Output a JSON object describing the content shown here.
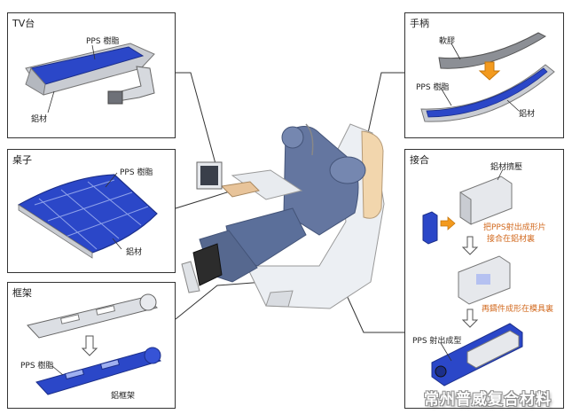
{
  "panels": {
    "tv": {
      "title": "TV台",
      "labels": [
        "PPS 樹脂",
        "鋁材"
      ]
    },
    "table": {
      "title": "桌子",
      "labels": [
        "PPS 樹脂",
        "鋁材"
      ]
    },
    "frame": {
      "title": "框架",
      "labels": [
        "PPS 樹脂",
        "鋁框架"
      ]
    },
    "handle": {
      "title": "手柄",
      "labels": [
        "軟膠",
        "PPS 樹脂",
        "鋁材"
      ]
    },
    "joint": {
      "title": "接合",
      "labels": [
        "鋁材擠壓",
        "把PPS射出成形片",
        "接合在鋁材裏",
        "再鑄件成形在模具裏",
        "PPS 射出成型"
      ]
    }
  },
  "watermark": "常州普威复合材料",
  "colors": {
    "blue": "#2b47c8",
    "silver": "#c9ccd2",
    "orange": "#f39a1e",
    "seat_blue": "#5b6f9a"
  }
}
